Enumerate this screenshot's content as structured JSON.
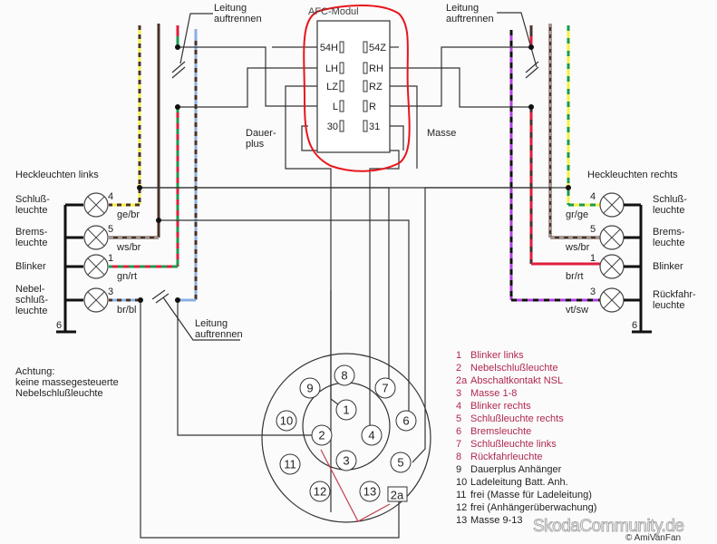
{
  "diagram": {
    "module": {
      "title": "AFC-Modul",
      "left_terminals": [
        "54H",
        "LH",
        "LZ",
        "L",
        "30"
      ],
      "right_terminals": [
        "54Z",
        "RH",
        "RZ",
        "R",
        "31"
      ],
      "dauerplus_label": "Dauer-\nplus",
      "masse_label": "Masse",
      "highlight_color": "#e8151b"
    },
    "cut_notes": {
      "top_left": "Leitung\nauftrennen",
      "top_right": "Leitung\nauftrennen",
      "bottom_left": "Leitung\nauftrennen"
    },
    "left_lights": {
      "title": "Heckleuchten links",
      "lamps": [
        {
          "name": "Schluß-\nleuchte",
          "pin": "4",
          "wire": "ge/br"
        },
        {
          "name": "Brems-\nleuchte",
          "pin": "5",
          "wire": "ws/br"
        },
        {
          "name": "Blinker",
          "pin": "1",
          "wire": "gn/rt"
        },
        {
          "name": "Nebel-\nschluß-\nleuchte",
          "pin": "3",
          "wire": "br/bl"
        }
      ],
      "ground_pin": "6"
    },
    "right_lights": {
      "title": "Heckleuchten rechts",
      "lamps": [
        {
          "name": "Schluß-\nleuchte",
          "pin": "4",
          "wire": "gr/ge"
        },
        {
          "name": "Brems-\nleuchte",
          "pin": "5",
          "wire": "ws/br"
        },
        {
          "name": "Blinker",
          "pin": "1",
          "wire": "br/rt"
        },
        {
          "name": "Rückfahr-\nleuchte",
          "pin": "3",
          "wire": "vt/sw"
        }
      ],
      "ground_pin": "6"
    },
    "warning": "Achtung:\nkeine massegesteuerte\nNebelschlußleuchte",
    "socket_pins": [
      "1",
      "2",
      "3",
      "4",
      "5",
      "6",
      "7",
      "8",
      "9",
      "10",
      "11",
      "12",
      "13",
      "2a"
    ],
    "legend": [
      {
        "num": "1",
        "text": "Blinker links",
        "color": "#b0284f"
      },
      {
        "num": "2",
        "text": "Nebelschlußleuchte",
        "color": "#b0284f"
      },
      {
        "num": "2a",
        "text": "Abschaltkontakt NSL",
        "color": "#b0284f"
      },
      {
        "num": "3",
        "text": "Masse 1-8",
        "color": "#b0284f"
      },
      {
        "num": "4",
        "text": "Blinker rechts",
        "color": "#b0284f"
      },
      {
        "num": "5",
        "text": "Schlußleuchte rechts",
        "color": "#b0284f"
      },
      {
        "num": "6",
        "text": "Bremsleuchte",
        "color": "#b0284f"
      },
      {
        "num": "7",
        "text": "Schlußleuchte links",
        "color": "#b0284f"
      },
      {
        "num": "8",
        "text": "Rückfahrleuchte",
        "color": "#b0284f"
      },
      {
        "num": "9",
        "text": "Dauerplus Anhänger",
        "color": "#222222"
      },
      {
        "num": "10",
        "text": "Ladeleitung Batt. Anh.",
        "color": "#222222"
      },
      {
        "num": "11",
        "text": "frei (Masse für Ladeleitung)",
        "color": "#222222"
      },
      {
        "num": "12",
        "text": "frei (Anhängerüberwachung)",
        "color": "#222222"
      },
      {
        "num": "13",
        "text": "Masse 9-13",
        "color": "#222222"
      }
    ],
    "watermark": "SkodaCommunity.de",
    "copyright": "© AmiVanFan"
  }
}
